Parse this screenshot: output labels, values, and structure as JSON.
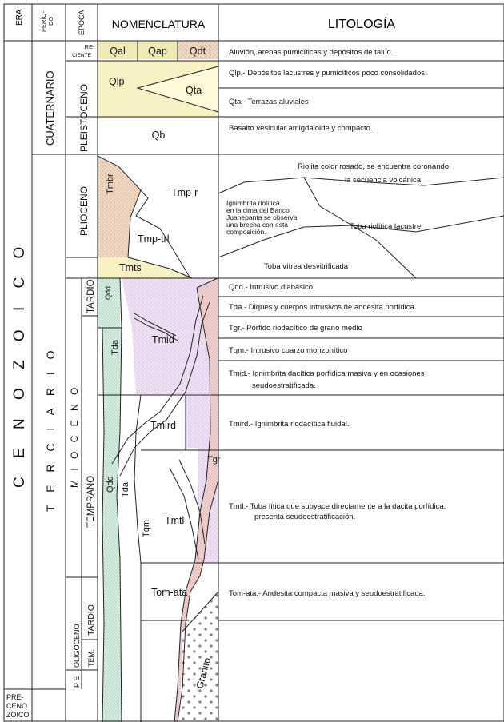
{
  "headers": {
    "era": "ERA",
    "periodo": "PERÍO-\nDO",
    "epoca": "ÉPOCA",
    "nomenclatura": "NOMENCLATURA",
    "litologia": "LITOLOGÍA"
  },
  "eras": {
    "cenozoico": "C E N O Z O I C O",
    "precenozoico": [
      "PRE-",
      "CENO",
      "ZOICO"
    ]
  },
  "periods": {
    "cuaternario": "CUATERNARIO",
    "terciario": "T E R C I A R I O"
  },
  "epochs": {
    "reciente": [
      "RE-",
      "CIENTE"
    ],
    "pleistoceno": "PLEISTOCENO",
    "plioceno": "PLIOCENO",
    "mioceno": "M I O C E N O",
    "oligoceno": "OLIGOCENO",
    "p_e": "P E"
  },
  "subepochs": {
    "tardio_mioceno": "TARDÍO",
    "temprano": "TEMPRANO",
    "tardio_oligoceno": "TARDIO",
    "tem": "TEM."
  },
  "units": {
    "qal": "Qal",
    "qap": "Qap",
    "qdt": "Qdt",
    "qlp": "Qlp",
    "qta": "Qta",
    "qb": "Qb",
    "tmbr": "Tmbr",
    "tmp_r": "Tmp-r",
    "tmp_trl": "Tmp-trl",
    "tmts": "Tmts",
    "qdd_top": "Qdd",
    "tda_top": "Tda",
    "tmid": "Tmid",
    "tmird": "Tmird",
    "tgr": "Tgr",
    "qdd_low": "Qdd",
    "tda_low": "Tda",
    "tqm": "Tqm",
    "tmtl": "Tmtl",
    "tom_ata": "Tom-ata",
    "granito": "Granito"
  },
  "lithology": [
    "Aluvión, arenas pumicíticas y depósitos de talud.",
    "Qlp.- Depósitos lacustres y pumicíticos poco consolidados.",
    "Qta.- Terrazas aluviales",
    "Basalto vesicular amigdaloide y compacto.",
    "Riolita color rosado, se encuentra coronando",
    "la secuencia volcánica",
    "Ignimbrita riolítica",
    "en la cima del Banco",
    "Juanepanta se observa",
    "una brecha con esta",
    "composición.",
    "Toba riolítica lacustre",
    "Toba vítrea desvitrificada",
    "Qdd.- Intrusivo diabásico",
    "Tda.- Diques y cuerpos intrusivos de andesita porfídica.",
    "Tgr.- Pórfido riodacítico de grano medio",
    "Tqm.- Intrusivo cuarzo monzonítico",
    "Tmid.- Ignimbrita dacítica porfídica masiva y en ocasiones",
    "seudoestratificada.",
    "Tmird.- Ignimbrita riodacítica fluidal.",
    "Tmtl.- Toba lítica que subyace directamente a la dacita porfídica,",
    "presenta seudoestratificación.",
    "Tom-ata.- Andesita compacta masiva y seudoestratificada."
  ],
  "colors": {
    "yellow": "#f7f1c4",
    "tan": "#efd7c2",
    "lilac": "#ecdcf2",
    "green": "#dcf1e6",
    "pink": "#f3d2d2",
    "line": "#222222"
  }
}
